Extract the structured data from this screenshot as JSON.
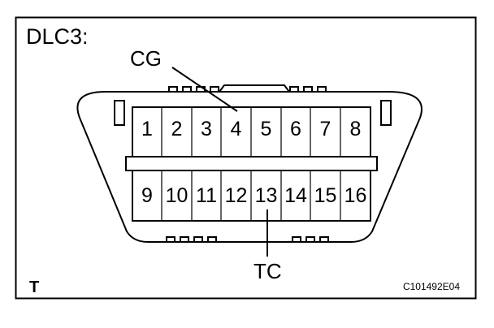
{
  "title": "DLC3:",
  "connector": {
    "top_row_pins": [
      "1",
      "2",
      "3",
      "4",
      "5",
      "6",
      "7",
      "8"
    ],
    "bottom_row_pins": [
      "9",
      "10",
      "11",
      "12",
      "13",
      "14",
      "15",
      "16"
    ]
  },
  "callouts": {
    "cg": "CG",
    "tc": "TC"
  },
  "footer": {
    "corner_mark": "T",
    "figure_code": "C101492E04"
  }
}
